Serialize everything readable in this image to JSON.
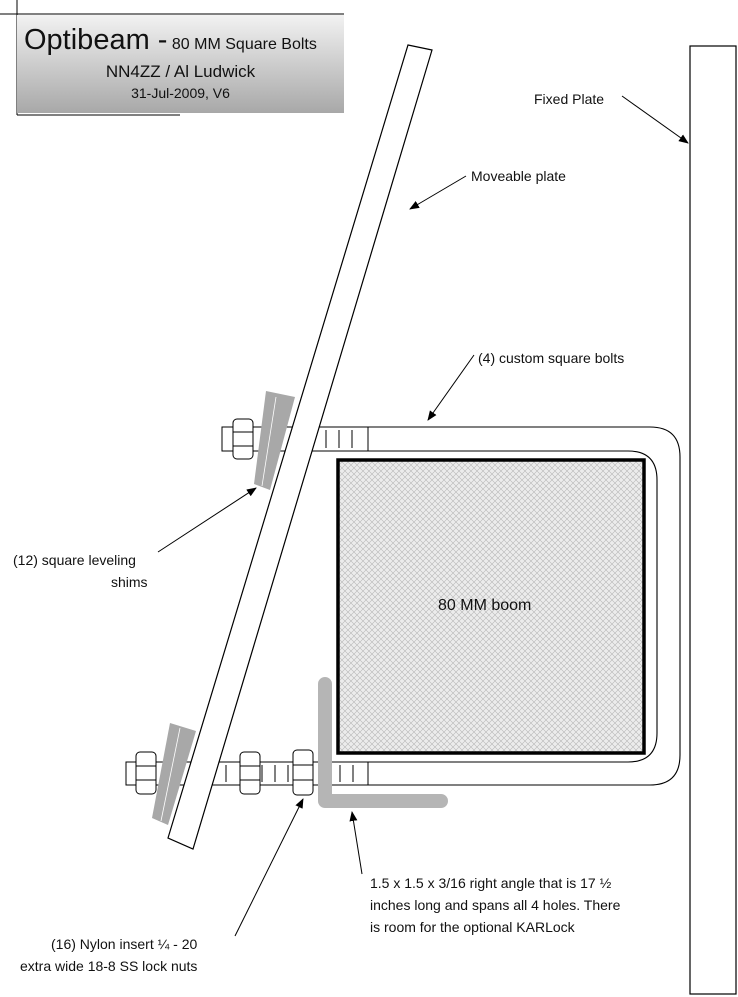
{
  "title": {
    "main": "Optibeam -",
    "sub": "80 MM Square Bolts",
    "author": "NN4ZZ / Al Ludwick",
    "date_version": "31-Jul-2009,  V6"
  },
  "labels": {
    "fixed_plate": "Fixed Plate",
    "moveable_plate": "Moveable plate",
    "square_bolts": "(4) custom square bolts",
    "shims_line1": "(12) square leveling",
    "shims_line2": "shims",
    "boom": "80 MM boom",
    "angle_line1": "1.5 x 1.5 x 3/16 right angle that is 17 ½",
    "angle_line2": "inches long and spans all 4 holes.  There",
    "angle_line3": "is room for the optional KARLock",
    "nuts_line1": "(16) Nylon insert ¼  - 20",
    "nuts_line2": "extra wide 18-8 SS lock nuts"
  },
  "colors": {
    "line": "#000000",
    "shim": "#a8a8a8",
    "angle": "#b5b5b5",
    "boom_fill": "#e6e6e6",
    "title_gradient_top": "#f2f2f2",
    "title_gradient_bottom": "#a8a8a8"
  }
}
